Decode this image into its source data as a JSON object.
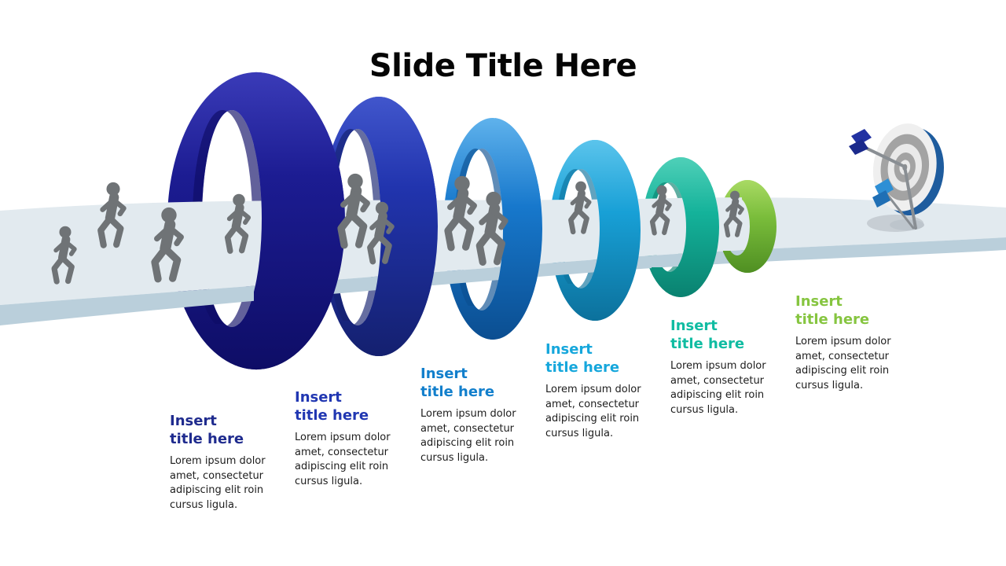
{
  "slide_title": "Slide Title Here",
  "background_color": "#FFFFFF",
  "road": {
    "surface_color": "#E2EAEF",
    "edge_color": "#BACFDB"
  },
  "people": {
    "count": 11,
    "color": "#6F7376"
  },
  "target": {
    "rim_color": "#1E5C9E",
    "face_colors": [
      "#EFEFEF",
      "#A3A3A3"
    ],
    "arrow_shaft_color": "#898E93",
    "fletching_colors": [
      "#2232A2",
      "#2E8FD5"
    ]
  },
  "steps": [
    {
      "title": "Insert\ntitle here",
      "body": "Lorem ipsum dolor\namet, consectetur\nadipiscing elit roin\ncursus ligula.",
      "title_color": "#1F2B8E",
      "ring_color": "#1C1C92"
    },
    {
      "title": "Insert\ntitle here",
      "body": "Lorem ipsum dolor\namet, consectetur\nadipiscing elit roin\ncursus ligula.",
      "title_color": "#2137B2",
      "ring_color": "#2134AE"
    },
    {
      "title": "Insert\ntitle here",
      "body": "Lorem ipsum dolor\namet, consectetur\nadipiscing elit roin\ncursus ligula.",
      "title_color": "#127FCC",
      "ring_color": "#1778CC"
    },
    {
      "title": "Insert\ntitle here",
      "body": "Lorem ipsum dolor\namet, consectetur\nadipiscing elit roin\ncursus ligula.",
      "title_color": "#16A7DC",
      "ring_color": "#18A0D6"
    },
    {
      "title": "Insert\ntitle here",
      "body": "Lorem ipsum dolor\namet, consectetur\nadipiscing elit roin\ncursus ligula.",
      "title_color": "#10BCA2",
      "ring_color": "#14B29A"
    },
    {
      "title": "Insert\ntitle here",
      "body": "Lorem ipsum dolor\namet, consectetur\nadipiscing elit roin\ncursus ligula.",
      "title_color": "#86C540",
      "ring_color": "#7ABD3B"
    }
  ]
}
